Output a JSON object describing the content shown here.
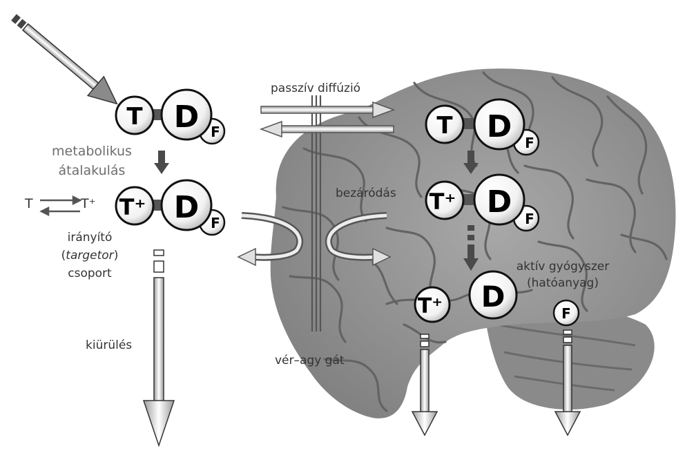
{
  "labels": {
    "passive_diffusion": "passzív diffúzió",
    "metabolic_1": "metabolikus",
    "metabolic_2": "átalakulás",
    "trapping": "bezáródás",
    "equilibrium_left": "T",
    "equilibrium_right": "T⁺",
    "targetor_1": "irányító",
    "targetor_open": "(",
    "targetor_italic": "targetor",
    "targetor_close": ")",
    "targetor_3": "csoport",
    "elimination": "kiürülés",
    "bbb": "vér–agy gát",
    "active_drug_1": "aktív gyógyszer",
    "active_drug_2": "(hatóanyag)"
  },
  "molecules": {
    "T": "T",
    "T_plus": "T⁺",
    "D": "D",
    "F": "F"
  },
  "colors": {
    "brain": "#8c8c8c",
    "brain_fold": "#6a6a6a",
    "arrow_dark": "#4a4a4a",
    "ball_fill": "#ffffff"
  }
}
